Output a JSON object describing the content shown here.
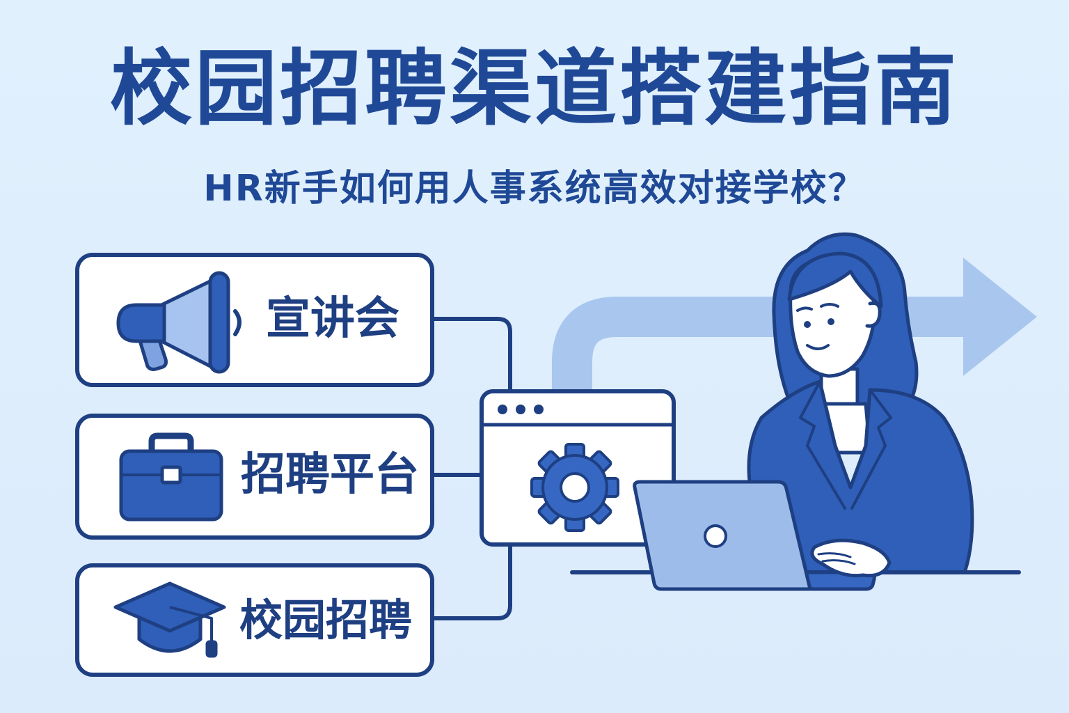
{
  "header": {
    "title": "校园招聘渠道搭建指南",
    "subtitle": "HR新手如何用人事系统高效对接学校？"
  },
  "channels": [
    {
      "label": "宣讲会",
      "icon": "megaphone-icon"
    },
    {
      "label": "招聘平台",
      "icon": "briefcase-icon"
    },
    {
      "label": "校园招聘",
      "icon": "graduation-cap-icon"
    }
  ],
  "hub": {
    "icon": "gear-icon",
    "window_icon": "browser-window-icon"
  },
  "figure": {
    "icon": "hr-woman-with-laptop-icon"
  },
  "colors": {
    "background": "#ddeefc",
    "primary": "#1f4996",
    "accent": "#3667c2",
    "light_accent": "#8fb2e4",
    "card": "#ffffff"
  }
}
